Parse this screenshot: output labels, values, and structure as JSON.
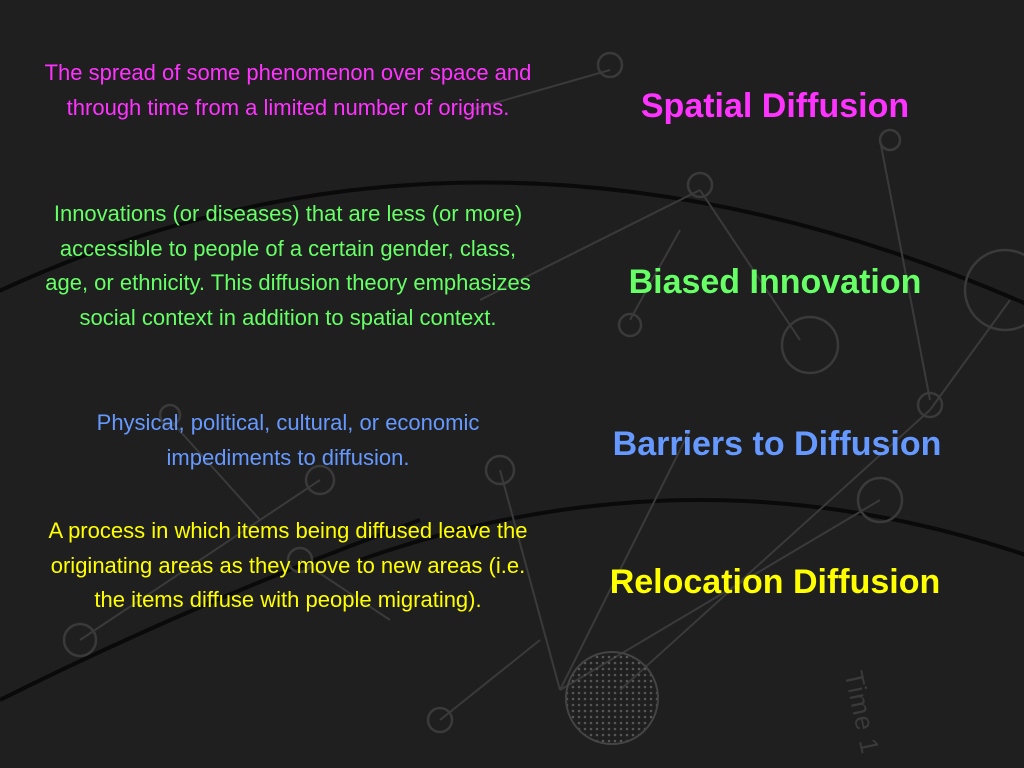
{
  "colors": {
    "spatial": "#ff33ff",
    "biased": "#66ff66",
    "barriers": "#6699ff",
    "relocation": "#ffff00",
    "background": "#1f1f1f"
  },
  "definitions": {
    "spatial": "The spread of some phenomenon over space and through time from a limited number of origins.",
    "biased": "Innovations (or diseases) that are less (or more) accessible to people of a certain gender, class, age, or ethnicity. This diffusion theory emphasizes social context in addition to spatial context.",
    "barriers": "Physical, political, cultural, or economic impediments to diffusion.",
    "relocation": "A process in which items being diffused leave the originating areas as they move to new areas (i.e. the items diffuse with people migrating)."
  },
  "terms": {
    "spatial": "Spatial Diffusion",
    "biased": "Biased Innovation",
    "barriers": "Barriers to Diffusion",
    "relocation": "Relocation Diffusion"
  },
  "background_label": "Time 1"
}
